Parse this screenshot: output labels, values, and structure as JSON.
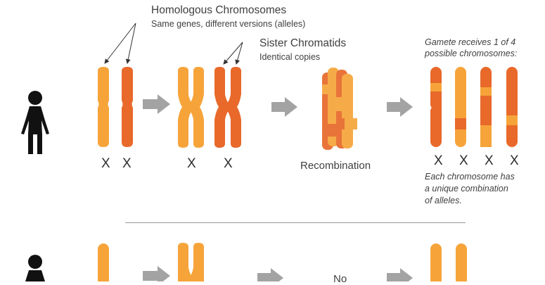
{
  "labels": {
    "homologous_title": "Homologous Chromosomes",
    "homologous_sub": "Same genes, different versions (alleles)",
    "sister_title": "Sister Chromatids",
    "sister_sub": "Identical copies",
    "recombination": "Recombination",
    "gamete_line1": "Gamete receives 1 of 4",
    "gamete_line2": "possible chromosomes:",
    "each_line1": "Each chromosome has",
    "each_line2": "a unique combination",
    "each_line3": "of alleles.",
    "no_label": "No"
  },
  "x_marks": [
    "X",
    "X",
    "X",
    "X",
    "X",
    "X",
    "X",
    "X"
  ],
  "icons": [
    "person-icon",
    "arrow-right-icon",
    "chromosome-icon"
  ],
  "colors": {
    "light_orange": "#F6A43A",
    "dark_orange": "#E8692A",
    "arrow_gray": "#A3A3A3",
    "person": "#111111"
  }
}
